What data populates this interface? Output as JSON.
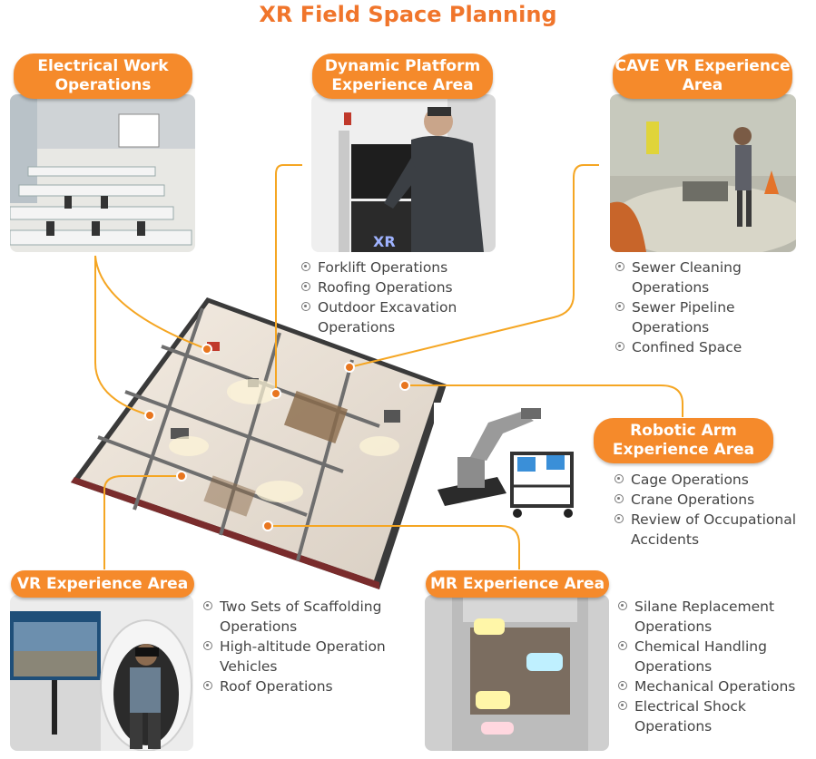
{
  "title": "XR Field Space Planning",
  "colors": {
    "accent": "#f58a2b",
    "title": "#f0752b",
    "connector": "#f5a623",
    "text": "#444444"
  },
  "areas": {
    "electrical": {
      "label_line1": "Electrical Work",
      "label_line2": "Operations",
      "items": []
    },
    "dynamic": {
      "label_line1": "Dynamic Platform",
      "label_line2": "Experience Area",
      "items": [
        [
          "Forklift Operations"
        ],
        [
          "Roofing Operations"
        ],
        [
          "Outdoor Excavation",
          "Operations"
        ]
      ]
    },
    "cave": {
      "label_line1": "CAVE VR Experience",
      "label_line2": "Area",
      "items": [
        [
          "Sewer Cleaning",
          "Operations"
        ],
        [
          "Sewer Pipeline",
          "Operations"
        ],
        [
          "Confined Space"
        ]
      ]
    },
    "robotic": {
      "label_line1": "Robotic Arm",
      "label_line2": "Experience Area",
      "items": [
        [
          "Cage Operations"
        ],
        [
          "Crane Operations"
        ],
        [
          "Review of Occupational",
          "Accidents"
        ]
      ]
    },
    "vr": {
      "label": "VR Experience Area",
      "items": [
        [
          "Two Sets of Scaffolding",
          "Operations"
        ],
        [
          "High-altitude Operation",
          "Vehicles"
        ],
        [
          "Roof Operations"
        ]
      ]
    },
    "mr": {
      "label": "MR Experience Area",
      "items": [
        [
          "Silane Replacement",
          "Operations"
        ],
        [
          "Chemical Handling",
          "Operations"
        ],
        [
          "Mechanical Operations"
        ],
        [
          "Electrical Shock",
          "Operations"
        ]
      ]
    }
  }
}
